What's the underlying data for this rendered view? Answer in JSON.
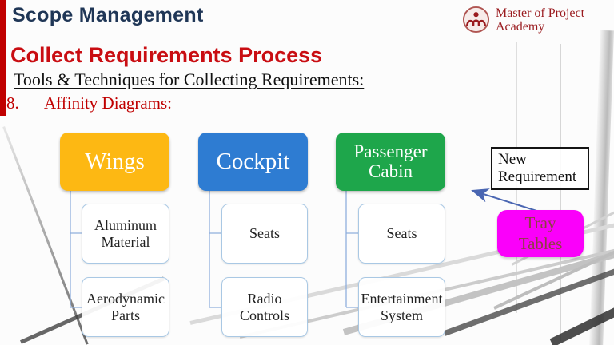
{
  "header": {
    "title": "Scope Management",
    "logo": {
      "icon": "master-of-project-academy-logo-icon",
      "name_line1": "Master of Project",
      "name_line2": "Academy"
    }
  },
  "content": {
    "title": "Collect Requirements Process",
    "subtitle": "Tools & Techniques for Collecting Requirements:",
    "list_item": {
      "number": "8.",
      "label": "Affinity Diagrams:"
    }
  },
  "diagram": {
    "type": "affinity-diagram",
    "groups": [
      {
        "label": "Wings",
        "color": "#FDB813",
        "children": [
          "Aluminum Material",
          "Aerodynamic Parts"
        ]
      },
      {
        "label": "Cockpit",
        "color": "#2E7CD2",
        "children": [
          "Seats",
          "Radio Controls"
        ]
      },
      {
        "label": "Passenger Cabin",
        "color": "#1EA64B",
        "children": [
          "Seats",
          "Entertainment System"
        ]
      }
    ],
    "callout": {
      "label": "New Requirement"
    },
    "new_node": {
      "label": "Tray Tables",
      "fill": "#FA00FA",
      "text_color": "#8E4044"
    },
    "arrow": {
      "from": "Tray Tables",
      "to": "Passenger Cabin",
      "color": "#4A66B2"
    }
  },
  "colors": {
    "accent_bar": "#C00000",
    "header_title": "#1F3656",
    "heading_red": "#C90D12",
    "logo_red": "#9A1B1F",
    "connector": "#8FAEDC",
    "child_border": "#A9C8E4"
  }
}
